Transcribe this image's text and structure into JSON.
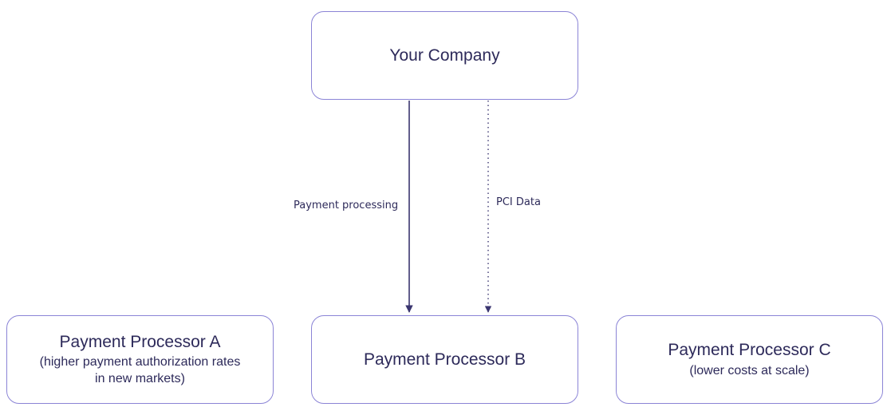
{
  "diagram": {
    "nodes": {
      "company": {
        "title": "Your Company"
      },
      "processor_a": {
        "title": "Payment Processor A",
        "subtitle_line1": "(higher payment authorization rates",
        "subtitle_line2": "in new markets)"
      },
      "processor_b": {
        "title": "Payment Processor B"
      },
      "processor_c": {
        "title": "Payment Processor C",
        "subtitle_line1": "(lower costs at scale)"
      }
    },
    "edges": [
      {
        "from": "Your Company",
        "to": "Payment Processor B",
        "label": "Payment processing",
        "style": "solid"
      },
      {
        "from": "Your Company",
        "to": "Payment Processor B",
        "label": "PCI Data",
        "style": "dotted"
      }
    ],
    "colors": {
      "border": "#8b84d6",
      "text": "#2d2a5a",
      "edge": "#3b3670"
    }
  }
}
